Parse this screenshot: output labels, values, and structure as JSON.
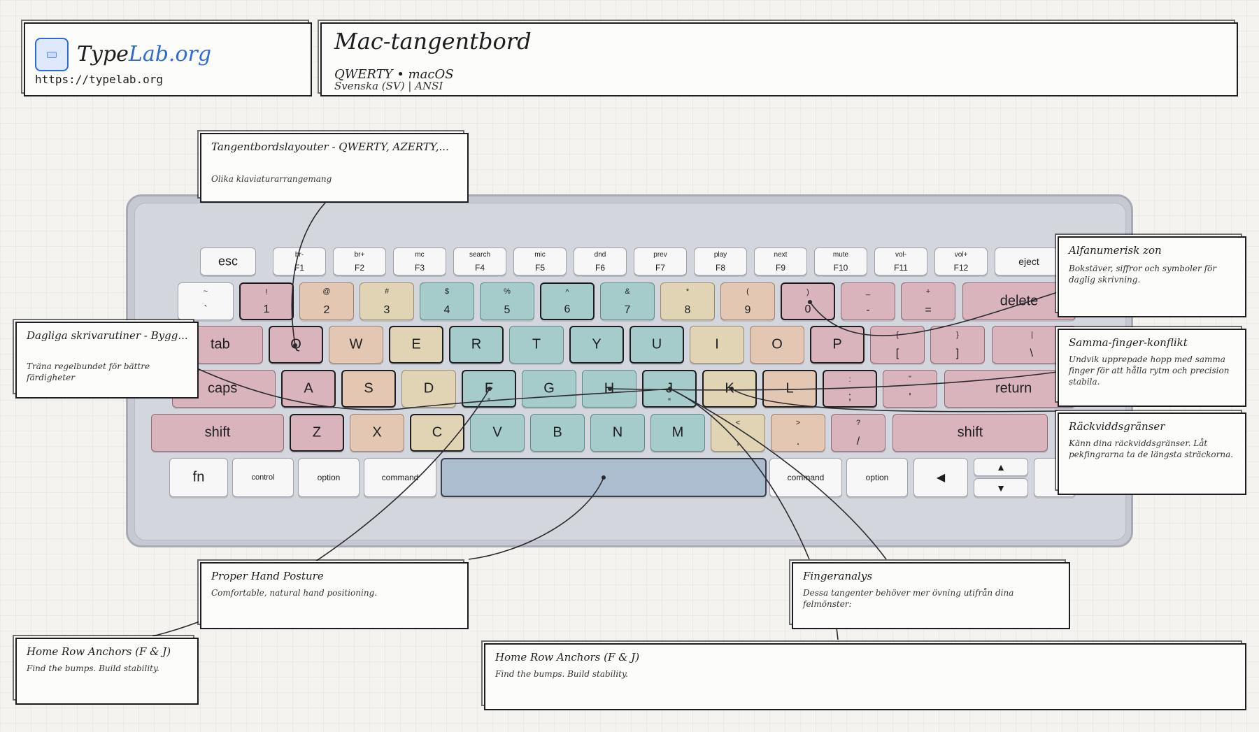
{
  "brand": {
    "name_part1": "Type",
    "name_part2": "Lab.org",
    "url": "https://typelab.org"
  },
  "header": {
    "title": "Mac-tangentbord",
    "subtitle": "QWERTY • macOS",
    "meta": "Svenska (SV)  |  ANSI"
  },
  "colors": {
    "rose": "#d9b4bd",
    "peach": "#e3c7b3",
    "sand": "#e0d4b4",
    "teal": "#a5cccb",
    "space": "#adbdd0",
    "accent": "#2d6bd9"
  },
  "keyboard": {
    "fn_row": [
      {
        "label": "esc"
      },
      {
        "top": "br-",
        "bottom": "F1"
      },
      {
        "top": "br+",
        "bottom": "F2"
      },
      {
        "top": "mc",
        "bottom": "F3"
      },
      {
        "top": "search",
        "bottom": "F4"
      },
      {
        "top": "mic",
        "bottom": "F5"
      },
      {
        "top": "dnd",
        "bottom": "F6"
      },
      {
        "top": "prev",
        "bottom": "F7"
      },
      {
        "top": "play",
        "bottom": "F8"
      },
      {
        "top": "next",
        "bottom": "F9"
      },
      {
        "top": "mute",
        "bottom": "F10"
      },
      {
        "top": "vol-",
        "bottom": "F11"
      },
      {
        "top": "vol+",
        "bottom": "F12"
      },
      {
        "label": "eject"
      }
    ],
    "num_row": [
      {
        "top": "~",
        "bottom": "`"
      },
      {
        "top": "!",
        "bottom": "1"
      },
      {
        "top": "@",
        "bottom": "2"
      },
      {
        "top": "#",
        "bottom": "3"
      },
      {
        "top": "$",
        "bottom": "4"
      },
      {
        "top": "%",
        "bottom": "5"
      },
      {
        "top": "^",
        "bottom": "6"
      },
      {
        "top": "&",
        "bottom": "7"
      },
      {
        "top": "*",
        "bottom": "8"
      },
      {
        "top": "(",
        "bottom": "9"
      },
      {
        "top": ")",
        "bottom": "0"
      },
      {
        "top": "_",
        "bottom": "-"
      },
      {
        "top": "+",
        "bottom": "="
      },
      {
        "label": "delete"
      }
    ],
    "top_row": [
      {
        "label": "tab"
      },
      {
        "label": "Q"
      },
      {
        "label": "W"
      },
      {
        "label": "E"
      },
      {
        "label": "R"
      },
      {
        "label": "T"
      },
      {
        "label": "Y"
      },
      {
        "label": "U"
      },
      {
        "label": "I"
      },
      {
        "label": "O"
      },
      {
        "label": "P"
      },
      {
        "top": "{",
        "bottom": "["
      },
      {
        "top": "}",
        "bottom": "]"
      },
      {
        "top": "|",
        "bottom": "\\"
      }
    ],
    "home_row": [
      {
        "label": "caps"
      },
      {
        "label": "A"
      },
      {
        "label": "S"
      },
      {
        "label": "D"
      },
      {
        "label": "F"
      },
      {
        "label": "G"
      },
      {
        "label": "H"
      },
      {
        "label": "J"
      },
      {
        "label": "K"
      },
      {
        "label": "L"
      },
      {
        "top": ":",
        "bottom": ";"
      },
      {
        "top": "\"",
        "bottom": "'"
      },
      {
        "label": "return"
      }
    ],
    "bottom_row": [
      {
        "label": "shift"
      },
      {
        "label": "Z"
      },
      {
        "label": "X"
      },
      {
        "label": "C"
      },
      {
        "label": "V"
      },
      {
        "label": "B"
      },
      {
        "label": "N"
      },
      {
        "label": "M"
      },
      {
        "top": "<",
        "bottom": ","
      },
      {
        "top": ">",
        "bottom": "."
      },
      {
        "top": "?",
        "bottom": "/"
      },
      {
        "label": "shift"
      }
    ],
    "mod_row": [
      {
        "label": "fn"
      },
      {
        "label": "control"
      },
      {
        "label": "option"
      },
      {
        "label": "command"
      },
      {
        "label": ""
      },
      {
        "label": "command"
      },
      {
        "label": "option"
      }
    ],
    "arrows": {
      "left": "◀",
      "up": "▲",
      "down": "▼"
    }
  },
  "callouts": [
    {
      "title": "Tangentbordslayouter - QWERTY, AZERTY,...",
      "desc": "Olika klaviaturarrangemang"
    },
    {
      "title": "Alfanumerisk zon",
      "desc": "Bokstäver, siffror och symboler för daglig skrivning."
    },
    {
      "title": "Dagliga skrivarutiner - Bygg...",
      "desc": "Träna regelbundet för bättre färdigheter"
    },
    {
      "title": "Samma-finger-konflikt",
      "desc": "Undvik upprepade hopp med samma finger för att hålla rytm och precision stabila."
    },
    {
      "title": "Räckviddsgränser",
      "desc": "Känn dina räckviddsgränser. Låt pekfingrarna ta de längsta sträckorna."
    },
    {
      "title": "Proper Hand Posture",
      "desc": "Comfortable, natural hand positioning."
    },
    {
      "title": "Fingeranalys",
      "desc": "Dessa tangenter behöver mer övning utifrån dina felmönster:"
    },
    {
      "title": "Home Row Anchors (F & J)",
      "desc": "Find the bumps. Build stability."
    },
    {
      "title": "Home Row Anchors (F & J)",
      "desc": "Find the bumps. Build stability."
    }
  ]
}
